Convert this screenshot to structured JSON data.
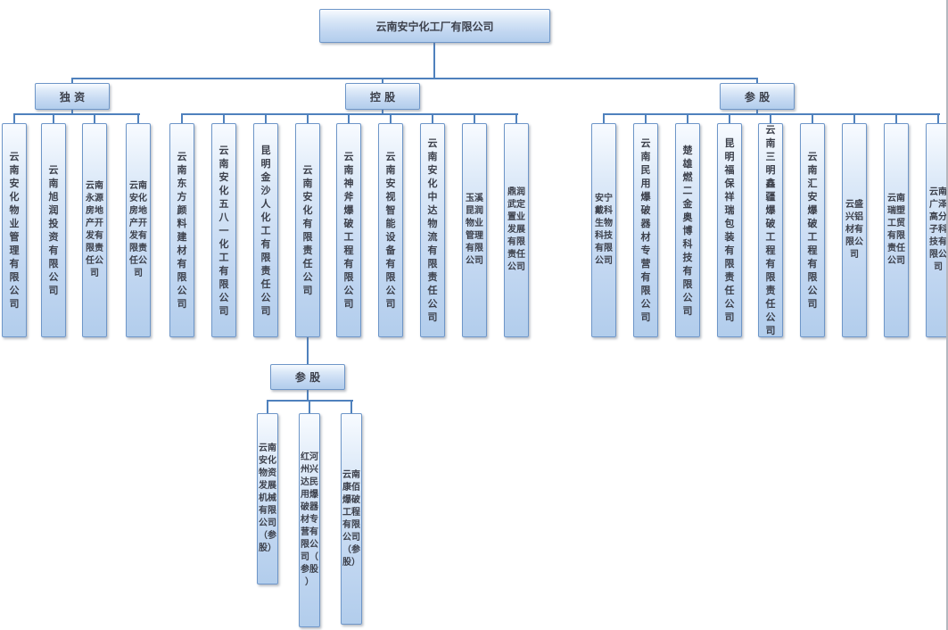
{
  "root": {
    "label": "云南安宁化工厂有限公司"
  },
  "groups": [
    {
      "label": "独 资",
      "children": [
        "云南安化物业管理有限公司",
        "云南旭润投资有限公司",
        "云南永源房地产开发有限责任公司",
        "云南安化房地产开发有限责任公司"
      ]
    },
    {
      "label": "控 股",
      "children": [
        "云南东方颜料建材有限公司",
        "云南安化五八一化工有限公司",
        "昆明金沙人化工有限责任公司",
        "云南安化有限责任公司",
        "云南神斧爆破工程有限公司",
        "云南安视智能设备有限公司",
        "云南安化中达物流有限责任公司",
        "玉溪昆润物业管理有限公司",
        "鼎润武定置业发展有限责任公司"
      ]
    },
    {
      "label": "参 股",
      "children": [
        "安宁戴科生物科技有限公司",
        "云南民用爆破器材专营有限公司",
        "楚雄燃二金奥博科技有限公司",
        "昆明福保祥瑞包装有限责任公司",
        "云南三明鑫疆爆破工程有限责任公司",
        "云南汇安爆破工程有限公司",
        "云盛兴铝材有限公司",
        "云南瑞塑工贸有限责任公司",
        "云南广泽高分子科技有限公司"
      ]
    },
    {
      "label": "参 股",
      "children": [
        "云南安化物资发展机械有限公司（参股）",
        "红河州兴达民用爆破器材专营有限公司（参股）",
        "云南康佰爆破工程有限公司（参股）"
      ]
    }
  ]
}
